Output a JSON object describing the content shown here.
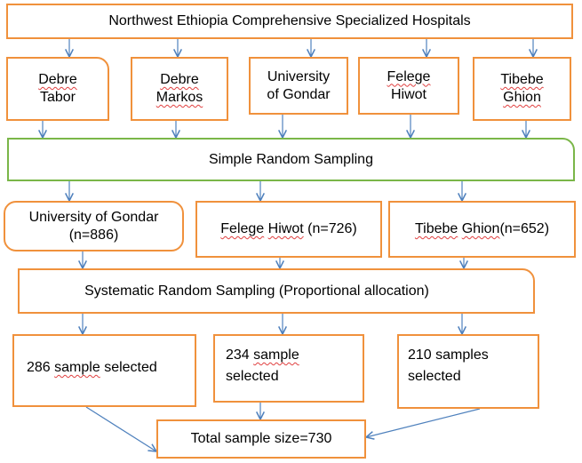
{
  "top": {
    "title": "Northwest Ethiopia Comprehensive Specialized Hospitals"
  },
  "hospitals": [
    {
      "line1": "Debre",
      "line2": "Tabor"
    },
    {
      "line1": "Debre",
      "line2": "Markos"
    },
    {
      "line1": "University",
      "line2": "of Gondar"
    },
    {
      "line1": "Felege",
      "line2": "Hiwot"
    },
    {
      "line1": "Tibebe",
      "line2": "Ghion"
    }
  ],
  "simple_random": "Simple Random Sampling",
  "selected": [
    {
      "line1": "University of Gondar",
      "line2": "(n=886)"
    },
    {
      "name1": "Felege",
      "name2": "Hiwot",
      "count": "(n=726)"
    },
    {
      "name1": "Tibebe",
      "name2": "Ghion",
      "count": "(n=652)"
    }
  ],
  "systematic": "Systematic Random Sampling (Proportional allocation)",
  "samples": [
    {
      "num": "286",
      "word": "sample",
      "rest": "selected"
    },
    {
      "line1_num": "234",
      "line1_word": "sample",
      "line2": "selected"
    },
    {
      "line1": "210 samples",
      "line2": "selected"
    }
  ],
  "total": "Total sample size=730",
  "colors": {
    "box_border": "#F0913C",
    "green_border": "#7AB648",
    "arrow": "#4F81BD"
  }
}
